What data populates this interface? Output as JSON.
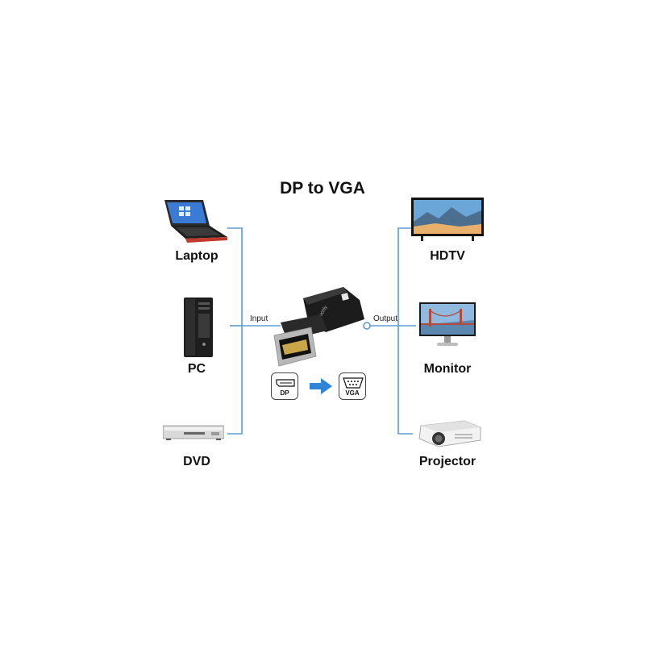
{
  "title": "DP to VGA",
  "inputs": [
    {
      "label": "Laptop",
      "icon": "laptop-icon"
    },
    {
      "label": "PC",
      "icon": "pc-tower-icon"
    },
    {
      "label": "DVD",
      "icon": "dvd-player-icon"
    }
  ],
  "outputs": [
    {
      "label": "HDTV",
      "icon": "hdtv-icon"
    },
    {
      "label": "Monitor",
      "icon": "monitor-icon"
    },
    {
      "label": "Projector",
      "icon": "projector-icon"
    }
  ],
  "connector_labels": {
    "input": "Input",
    "output": "Output"
  },
  "conversion": {
    "from": "DP",
    "to": "VGA"
  },
  "colors": {
    "line": "#5b9bd5",
    "arrow": "#2f86d6",
    "adapter": "#1c1c1c"
  }
}
